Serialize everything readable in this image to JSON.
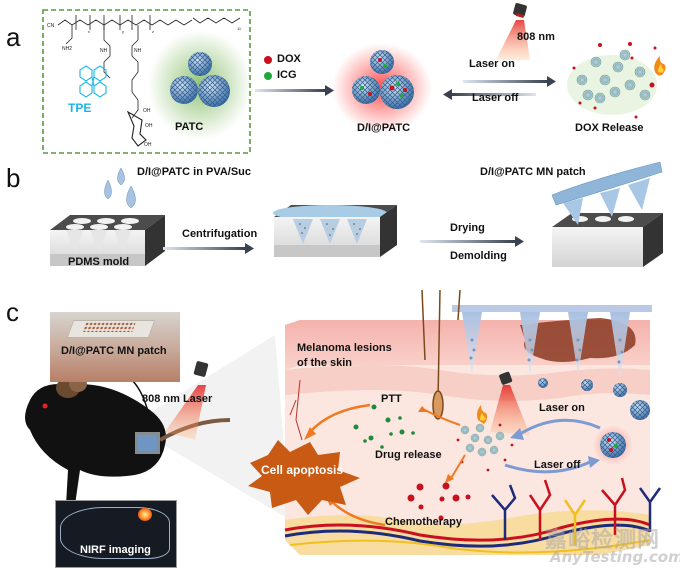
{
  "panels": {
    "a": {
      "letter": "a",
      "tpe_label": "TPE",
      "patc_label": "PATC",
      "legend": [
        {
          "label": "DOX",
          "color": "#c8101e"
        },
        {
          "label": "ICG",
          "color": "#22a83a"
        }
      ],
      "particle_label": "D/I@PATC",
      "laser_wavelength": "808 nm",
      "laser_on": "Laser on",
      "laser_off": "Laser off",
      "release_label": "DOX Release",
      "polymer_subscripts": [
        "x",
        "y",
        "z",
        "11"
      ],
      "chem_groups": [
        "CN",
        "NH2",
        "NH",
        "OH"
      ]
    },
    "b": {
      "letter": "b",
      "solution_label": "D/I@PATC in PVA/Suc",
      "mold_label": "PDMS mold",
      "step1": "Centrifugation",
      "step2a": "Drying",
      "step2b": "Demolding",
      "patch_label": "D/I@PATC MN patch"
    },
    "c": {
      "letter": "c",
      "photo_label": "D/I@PATC MN patch",
      "laser_label": "808 nm Laser",
      "imaging_label": "NIRF imaging",
      "lesion_label_line1": "Melanoma lesions",
      "lesion_label_line2": "of the skin",
      "ptt": "PTT",
      "drug_release": "Drug release",
      "chemo": "Chemotherapy",
      "apoptosis": "Cell apoptosis",
      "laser_on": "Laser on",
      "laser_off": "Laser off"
    }
  },
  "colors": {
    "dox": "#c8101e",
    "icg": "#22a83a",
    "tpe": "#1ab6e8",
    "apoptosis": "#c85a14",
    "arrow_blue": "#7d9bd0",
    "arrow_orange": "#f07a22",
    "dashed_box": "#5a9a3a"
  },
  "watermark": {
    "cn": "嘉峪检测网",
    "en": "AnyTesting.com"
  }
}
